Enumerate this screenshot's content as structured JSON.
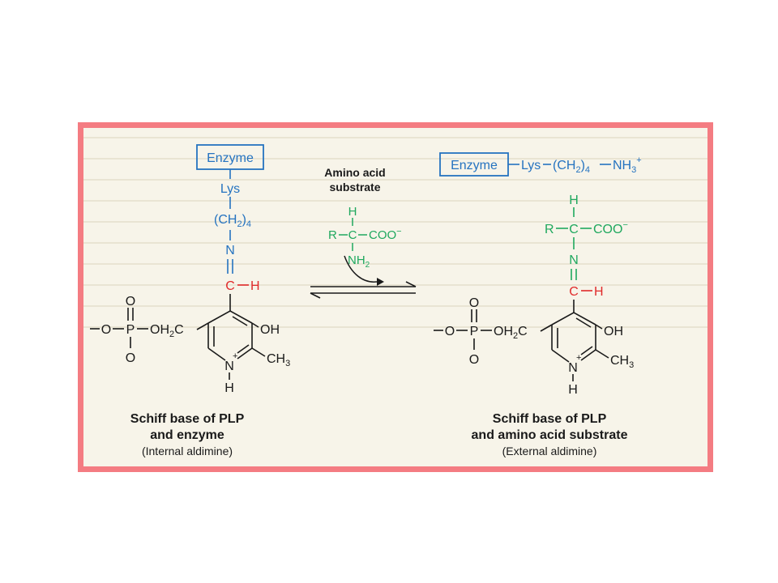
{
  "colors": {
    "frame": "#f47c82",
    "background": "#f7f4e9",
    "enzyme_blue": "#2573c0",
    "substrate_green": "#1fa85e",
    "highlight_red": "#e02a2a",
    "ink": "#1a1a1a"
  },
  "left": {
    "enzyme": "Enzyme",
    "lys": "Lys",
    "ch2_main": "(CH",
    "ch2_sub": "2",
    "ch2_close": ")",
    "ch2_count": "4",
    "n": "N",
    "c": "C",
    "h": "H",
    "phosphate": {
      "o_left": "O",
      "o_top": "O",
      "o_bottom": "O",
      "p": "P",
      "oh2c": "OH",
      "oh2c_sub": "2",
      "oh2c_c": "C"
    },
    "oh": "OH",
    "ch3": "CH",
    "ch3_sub": "3",
    "ring_n": "N",
    "ring_plus": "+",
    "ring_h": "H",
    "caption_line1": "Schiff base of PLP",
    "caption_line2": "and enzyme",
    "caption_line3": "(Internal aldimine)"
  },
  "middle": {
    "label_line1": "Amino acid",
    "label_line2": "substrate",
    "h": "H",
    "r": "R",
    "c": "C",
    "coo": "COO",
    "coo_charge": "−",
    "nh": "NH",
    "nh_sub": "2"
  },
  "right": {
    "enzyme": "Enzyme",
    "lys": "Lys",
    "ch2_main": "(CH",
    "ch2_sub": "2",
    "ch2_close": ")",
    "ch2_count": "4",
    "nh3": "NH",
    "nh3_sub": "3",
    "nh3_charge": "+",
    "h": "H",
    "r": "R",
    "c_alpha": "C",
    "coo": "COO",
    "coo_charge": "−",
    "n": "N",
    "c": "C",
    "h_red": "H",
    "phosphate": {
      "o_left": "O",
      "o_top": "O",
      "o_bottom": "O",
      "p": "P",
      "oh2c": "OH",
      "oh2c_sub": "2",
      "oh2c_c": "C"
    },
    "oh": "OH",
    "ch3": "CH",
    "ch3_sub": "3",
    "ring_n": "N",
    "ring_plus": "+",
    "ring_h": "H",
    "caption_line1": "Schiff base of PLP",
    "caption_line2": "and amino acid substrate",
    "caption_line3": "(External aldimine)"
  }
}
